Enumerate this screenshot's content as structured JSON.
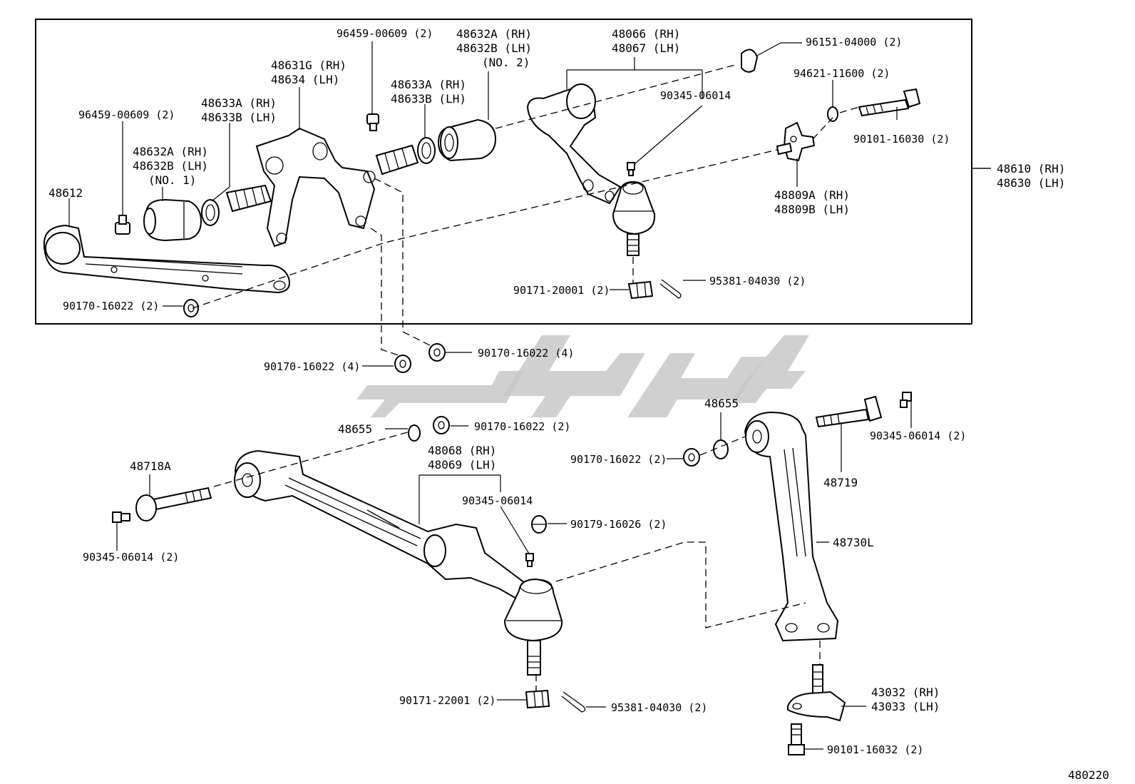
{
  "diagram_id": "480220",
  "watermark_glyphs": "ﮐﻴﻤﯿﺎ",
  "labels": {
    "p48610": "48610 (RH)",
    "p48630": "48630 (LH)",
    "p48612": "48612",
    "p90170_upper": "90170-16022 (2)",
    "p96459_left": "96459-00609 (2)",
    "p48632a_no1": "48632A (RH)",
    "p48632b_no1": "48632B (LH)",
    "no1": "(NO. 1)",
    "p48633a_left": "48633A (RH)",
    "p48633b_left": "48633B (LH)",
    "p48631g": "48631G (RH)",
    "p48634": "48634   (LH)",
    "p96459_top": "96459-00609 (2)",
    "p48633a_mid": "48633A (RH)",
    "p48633b_mid": "48633B (LH)",
    "p48632a_no2": "48632A (RH)",
    "p48632b_no2": "48632B (LH)",
    "no2": "(NO. 2)",
    "p48066": "48066 (RH)",
    "p48067": "48067 (LH)",
    "p90345_upper": "90345-06014",
    "p96151": "96151-04000 (2)",
    "p94621": "94621-11600 (2)",
    "p90101_16030": "90101-16030 (2)",
    "p48809a": "48809A (RH)",
    "p48809b": "48809B (LH)",
    "p90171_20001": "90171-20001 (2)",
    "p95381_upper": "95381-04030 (2)",
    "p90170_4_right": "90170-16022 (4)",
    "p90170_4_left": "90170-16022 (4)",
    "p48655_left": "48655",
    "p90170_mid": "90170-16022 (2)",
    "p48068": "48068 (RH)",
    "p48069": "48069 (LH)",
    "p48718a": "48718A",
    "p90345_left": "90345-06014 (2)",
    "p90345_lower": "90345-06014",
    "p90179": "90179-16026 (2)",
    "p48655_right": "48655",
    "p90170_right": "90170-16022 (2)",
    "p90345_right": "90345-06014 (2)",
    "p48719": "48719",
    "p48730l": "48730L",
    "p90171_22001": "90171-22001 (2)",
    "p95381_lower": "95381-04030 (2)",
    "p43032": "43032 (RH)",
    "p43033": "43033 (LH)",
    "p90101_16032": "90101-16032 (2)"
  }
}
